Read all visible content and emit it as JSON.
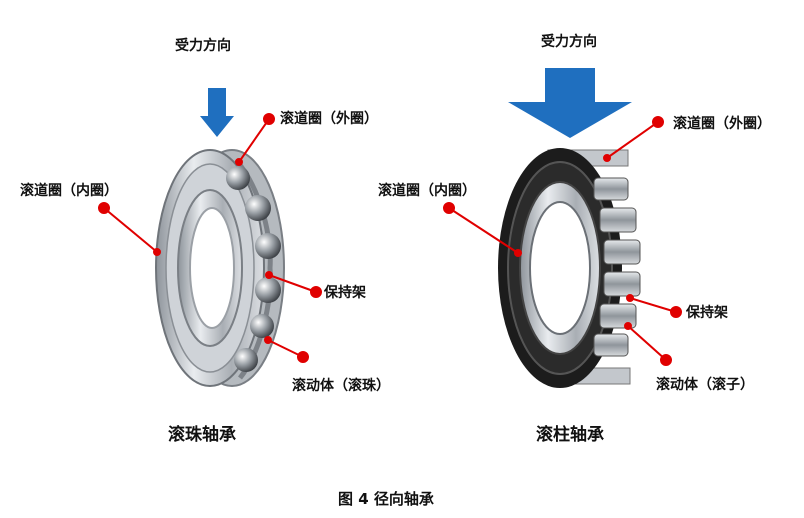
{
  "left": {
    "force": "受力方向",
    "outer_ring": "滚道圈（外圈）",
    "inner_ring": "滚道圈（内圈）",
    "cage": "保持架",
    "rolling": "滚动体（滚珠）",
    "caption": "滚珠轴承"
  },
  "right": {
    "force": "受力方向",
    "outer_ring": "滚道圈（外圈）",
    "inner_ring": "滚道圈（内圈）",
    "cage": "保持架",
    "rolling": "滚动体（滚子）",
    "caption": "滚柱轴承"
  },
  "figure_caption": "图 4  径向轴承",
  "colors": {
    "arrow": "#1f6fbf",
    "leader": "#e00000",
    "ring": "#c9cdd3",
    "dark": "#222222"
  }
}
